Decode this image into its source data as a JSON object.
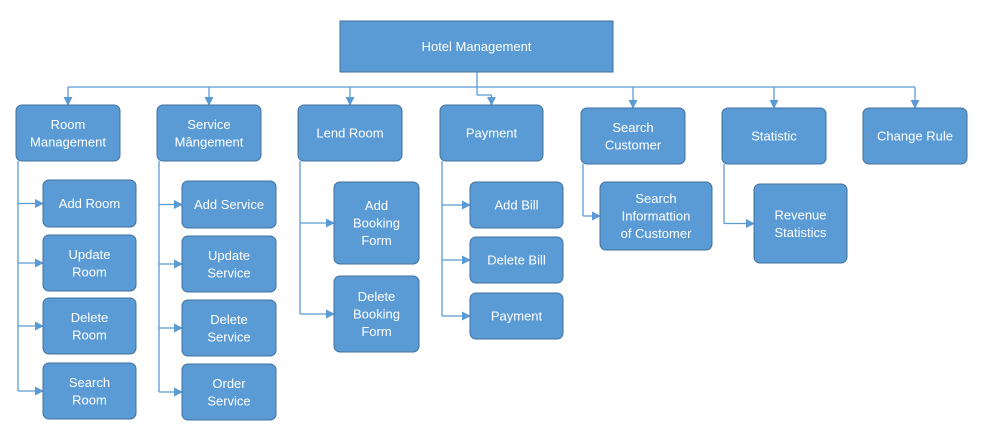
{
  "diagram": {
    "root": {
      "label": [
        "Hotel Management"
      ]
    },
    "groups": [
      {
        "label": [
          "Room",
          "Management"
        ],
        "children": [
          [
            "Add Room"
          ],
          [
            "Update",
            "Room"
          ],
          [
            "Delete",
            "Room"
          ],
          [
            "Search",
            "Room"
          ]
        ]
      },
      {
        "label": [
          "Service",
          "Mângement"
        ],
        "children": [
          [
            "Add Service"
          ],
          [
            "Update",
            "Service"
          ],
          [
            "Delete",
            "Service"
          ],
          [
            "Order",
            "Service"
          ]
        ]
      },
      {
        "label": [
          "Lend Room"
        ],
        "children": [
          [
            "Add",
            "Booking",
            "Form"
          ],
          [
            "Delete",
            "Booking",
            "Form"
          ]
        ]
      },
      {
        "label": [
          "Payment"
        ],
        "children": [
          [
            "Add Bill"
          ],
          [
            "Delete Bill"
          ],
          [
            "Payment"
          ]
        ]
      },
      {
        "label": [
          "Search",
          "Customer"
        ],
        "children": [
          [
            "Search",
            "Informattion",
            "of Customer"
          ]
        ]
      },
      {
        "label": [
          "Statistic"
        ],
        "children": [
          [
            "Revenue",
            "Statistics"
          ]
        ]
      },
      {
        "label": [
          "Change Rule"
        ],
        "children": []
      }
    ],
    "colors": {
      "fill": "#5b9bd5",
      "stroke": "#41719c",
      "connector": "#5b9bd5",
      "text": "#ffffff"
    }
  }
}
